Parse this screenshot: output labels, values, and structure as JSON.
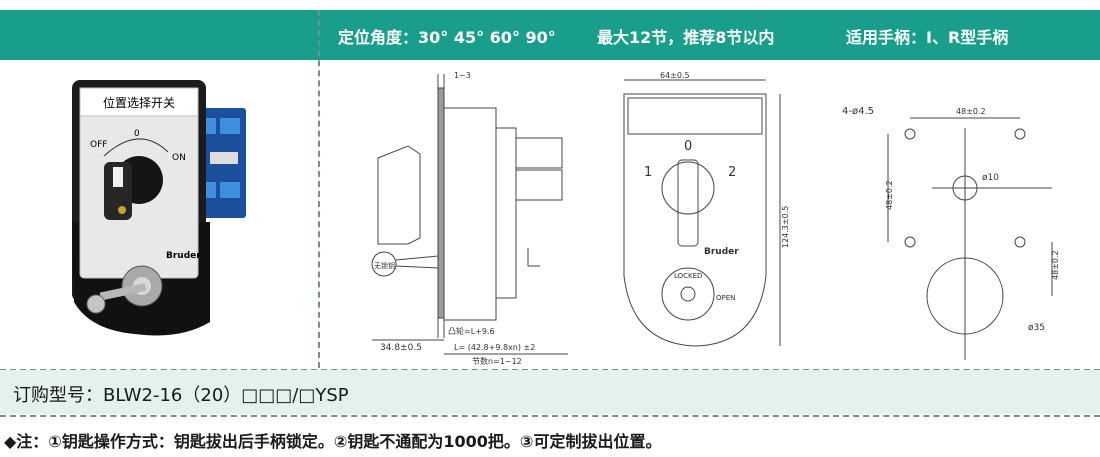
{
  "header": {
    "angles": "定位角度：30° 45° 60° 90°",
    "max_sections": "最大12节，推荐8节以内",
    "handle": "适用手柄：I、R型手柄"
  },
  "product_label": {
    "title": "位置选择开关",
    "off": "OFF",
    "zero": "0",
    "on": "ON",
    "brand": "Bruder"
  },
  "side_drawing": {
    "thickness": "1~3",
    "depth_left": "34.8±0.5",
    "cam_depth": "凸轮=L+9.6",
    "length_formula": "L= (42.8+9.8xn) ±2",
    "sections": "节数n=1~12",
    "key_label": "无锁钥"
  },
  "front_drawing": {
    "width": "64±0.5",
    "height": "124.3±0.5",
    "pos_0": "0",
    "pos_1": "1",
    "pos_2": "2",
    "locked": "LOCKED",
    "open": "OPEN",
    "brand": "Bruder"
  },
  "cutout_drawing": {
    "holes": "4-ø4.5",
    "h_spacing": "48±0.2",
    "v_spacing_left": "48±0.2",
    "v_spacing_right": "48±0.2",
    "center_hole": "ø10",
    "lock_hole": "ø35"
  },
  "order": {
    "text": "订购型号：BLW2-16（20）□□□/□YSP"
  },
  "note": {
    "text": "◆注：①钥匙操作方式：钥匙拔出后手柄锁定。②钥匙不通配为1000把。③可定制拔出位置。"
  }
}
